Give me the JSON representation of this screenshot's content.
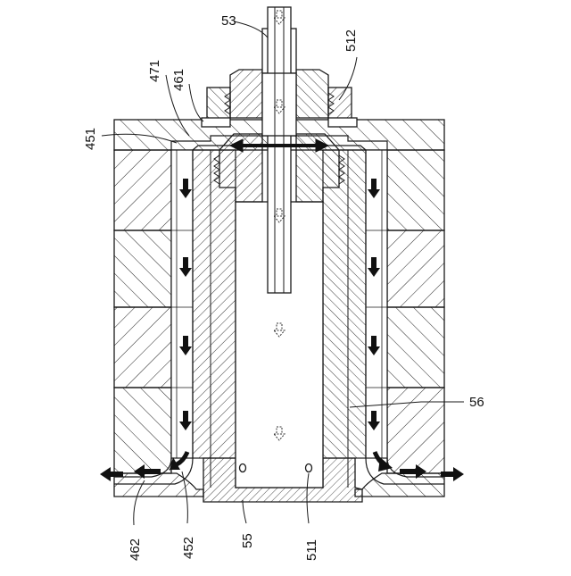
{
  "labels": {
    "l53": "53",
    "l512": "512",
    "l471": "471",
    "l461": "461",
    "l451": "451",
    "l56": "56",
    "l462": "462",
    "l452": "452",
    "l55": "55",
    "l511": "511"
  },
  "colors": {
    "line": "#1a1a1a",
    "background": "#ffffff",
    "arrow": "#111111"
  },
  "icons": {
    "flow_arrow_down": "arrow-down-icon",
    "flow_arrow_side": "arrow-side-icon",
    "dashed_flow_arrow": "dashed-arrow-down-icon"
  }
}
